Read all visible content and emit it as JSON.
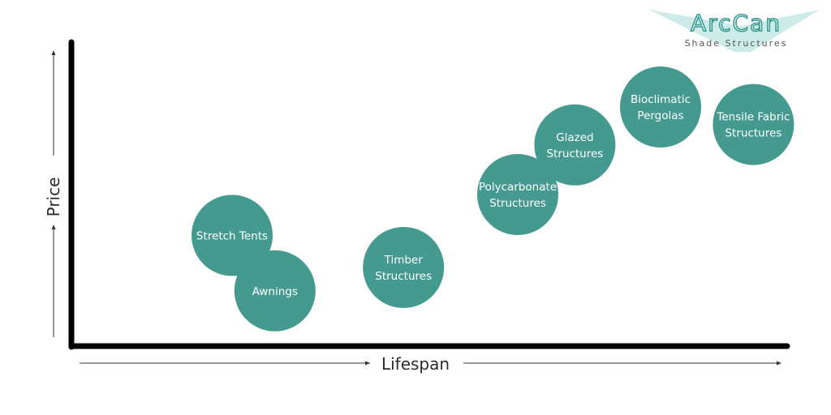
{
  "logo": {
    "name": "ArcCan",
    "tagline": "Shade Structures",
    "color": "#3a9e95",
    "accent": "#b8e3df"
  },
  "chart_data": {
    "type": "scatter",
    "title": "",
    "xlabel": "Lifespan",
    "ylabel": "Price",
    "xlim": [
      0,
      100
    ],
    "ylim": [
      0,
      100
    ],
    "grid": false,
    "bubble_color": "#459a8f",
    "points": [
      {
        "label": "Stretch Tents",
        "lines": [
          "Stretch Tents"
        ],
        "x": 20,
        "y": 36
      },
      {
        "label": "Awnings",
        "lines": [
          "Awnings"
        ],
        "x": 26,
        "y": 17
      },
      {
        "label": "Timber Structures",
        "lines": [
          "Timber",
          "Structures"
        ],
        "x": 44,
        "y": 25
      },
      {
        "label": "Polycarbonate Structures",
        "lines": [
          "Polycarbonate",
          "Structures"
        ],
        "x": 60,
        "y": 50
      },
      {
        "label": "Glazed Structures",
        "lines": [
          "Glazed",
          "Structures"
        ],
        "x": 68,
        "y": 67
      },
      {
        "label": "Bioclimatic Pergolas",
        "lines": [
          "Bioclimatic",
          "Pergolas"
        ],
        "x": 80,
        "y": 80
      },
      {
        "label": "Tensile Fabric Structures",
        "lines": [
          "Tensile Fabric",
          "Structures"
        ],
        "x": 93,
        "y": 74
      }
    ]
  }
}
